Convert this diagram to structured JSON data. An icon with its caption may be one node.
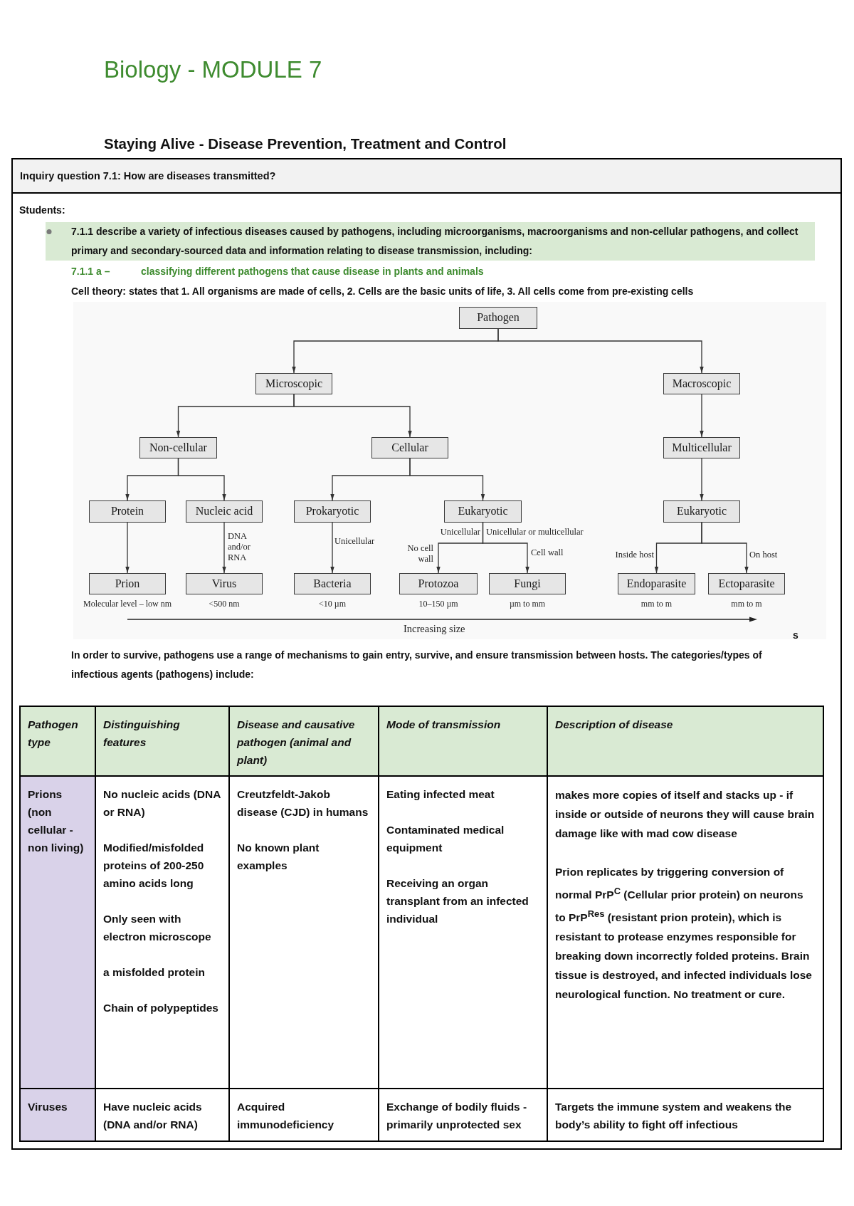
{
  "diagram": {
    "title": "Biology - MODULE 7",
    "nodes": [
      {
        "text": [
          "Pathogen"
        ]
      },
      {
        "text": [
          "Microscopic"
        ]
      },
      {
        "text": [
          "Macroscopic"
        ]
      },
      {
        "text": [
          "Non-cellular"
        ]
      },
      {
        "text": [
          "Cellular"
        ]
      },
      {
        "text": [
          "Multicellular"
        ]
      },
      {
        "text": [
          "Protein"
        ]
      },
      {
        "text": [
          "Nucleic acid"
        ]
      },
      {
        "text": [
          "Prokaryotic"
        ]
      },
      {
        "text": [
          "Eukaryotic"
        ]
      },
      {
        "text": [
          "Eukaryotic"
        ]
      },
      {
        "text": [
          "Prion"
        ],
        "beside": [
          "Molecular level – low nm"
        ]
      },
      {
        "text": [
          "Virus"
        ],
        "beside": [
          "<500 nm"
        ]
      },
      {
        "text": [
          "Bacteria"
        ],
        "beside": [
          "<10 µm"
        ]
      },
      {
        "text": [
          "Protozoa"
        ],
        "beside": [
          "10–150 µm"
        ]
      },
      {
        "text": [
          "Fungi"
        ],
        "beside": [
          "µm to mm"
        ]
      },
      {
        "text": [
          "Endoparasite"
        ],
        "beside": [
          "mm to m"
        ]
      },
      {
        "text": [
          "Ectoparasite"
        ],
        "beside": [
          "mm to m"
        ]
      }
    ],
    "edges": [
      {
        "from": 0,
        "to": 1,
        "arrow": "to"
      },
      {
        "from": 0,
        "to": 2,
        "arrow": "to"
      },
      {
        "from": 1,
        "to": 3,
        "arrow": "to"
      },
      {
        "from": 1,
        "to": 4,
        "arrow": "to"
      },
      {
        "from": 2,
        "to": 5,
        "arrow": "to"
      },
      {
        "from": 3,
        "to": 6,
        "arrow": "to"
      },
      {
        "from": 3,
        "to": 7,
        "arrow": "to"
      },
      {
        "from": 4,
        "to": 8,
        "arrow": "to"
      },
      {
        "from": 4,
        "to": 9,
        "arrow": "to"
      },
      {
        "from": 5,
        "to": 10,
        "arrow": "to"
      },
      {
        "from": 6,
        "to": 11,
        "arrow": "to"
      },
      {
        "from": 7,
        "to": 12,
        "arrow": "to",
        "label": "DNA and/or RNA"
      },
      {
        "from": 8,
        "to": 13,
        "arrow": "to",
        "label": "Unicellular"
      },
      {
        "from": 9,
        "to": 14,
        "arrow": "to",
        "label": "No cell wall"
      },
      {
        "from": 9,
        "to": 15,
        "arrow": "to",
        "label": "Cell wall"
      },
      {
        "from": 10,
        "to": 16,
        "arrow": "to",
        "label": "Inside host"
      },
      {
        "from": 10,
        "to": 17,
        "arrow": "to",
        "label": "On host"
      }
    ],
    "labels": [
      "Staying Alive - Disease Prevention, Treatment and Control",
      "Inquiry question 7.1: How are diseases transmitted?",
      "Students:",
      "7.1.1 describe a variety of infectious diseases caused by pathogens, including microorganisms, macroorganisms and non-cellular pathogens, and collect primary and secondary-sourced data and information relating to disease transmission, including:",
      "7.1.1 a –",
      "classifying different pathogens that cause disease in plants and animals",
      "Cell theory: states that 1. All organisms are made of cells, 2. Cells are the basic units of life, 3. All cells come from pre-existing cells",
      "Unicellular",
      "Unicellular or multicellular",
      "Increasing size",
      "s",
      "In order to survive, pathogens use a range of mechanisms to gain entry, survive, and ensure transmission between hosts. The categories/types of infectious agents (pathogens) include:",
      "Pathogen type",
      "Distinguishing features",
      "Disease and causative pathogen (animal and plant)",
      "Mode of transmission",
      "Description of disease",
      "Prions (non cellular - non living)",
      "No nucleic acids (DNA or RNA)",
      "Modified/misfolded proteins of 200-250 amino acids long",
      "Only seen with electron microscope",
      "a misfolded protein",
      "Chain of polypeptides",
      "Creutzfeldt-Jakob disease (CJD) in humans",
      "No known plant examples",
      "Eating infected meat",
      "Contaminated medical equipment",
      "Receiving an organ transplant from an infected individual",
      "makes more copies of itself and stacks up - if inside or outside of neurons they will cause brain damage like with mad cow disease",
      "Prion replicates by triggering conversion of normal PrP$^{C}$ (Cellular prior protein) on neurons to PrP$^{Res}$ (resistant prion protein), which is resistant to protease enzymes responsible for breaking down incorrectly folded proteins. Brain tissue is destroyed, and infected individuals lose neurological function. No treatment or cure.",
      "Viruses",
      "Have nucleic acids (DNA and/or RNA)",
      "Acquired immunodeficiency",
      "Exchange of bodily fluids - primarily unprotected sex",
      "Targets the immune system and weakens the body’s ability to fight off infectious"
    ]
  }
}
